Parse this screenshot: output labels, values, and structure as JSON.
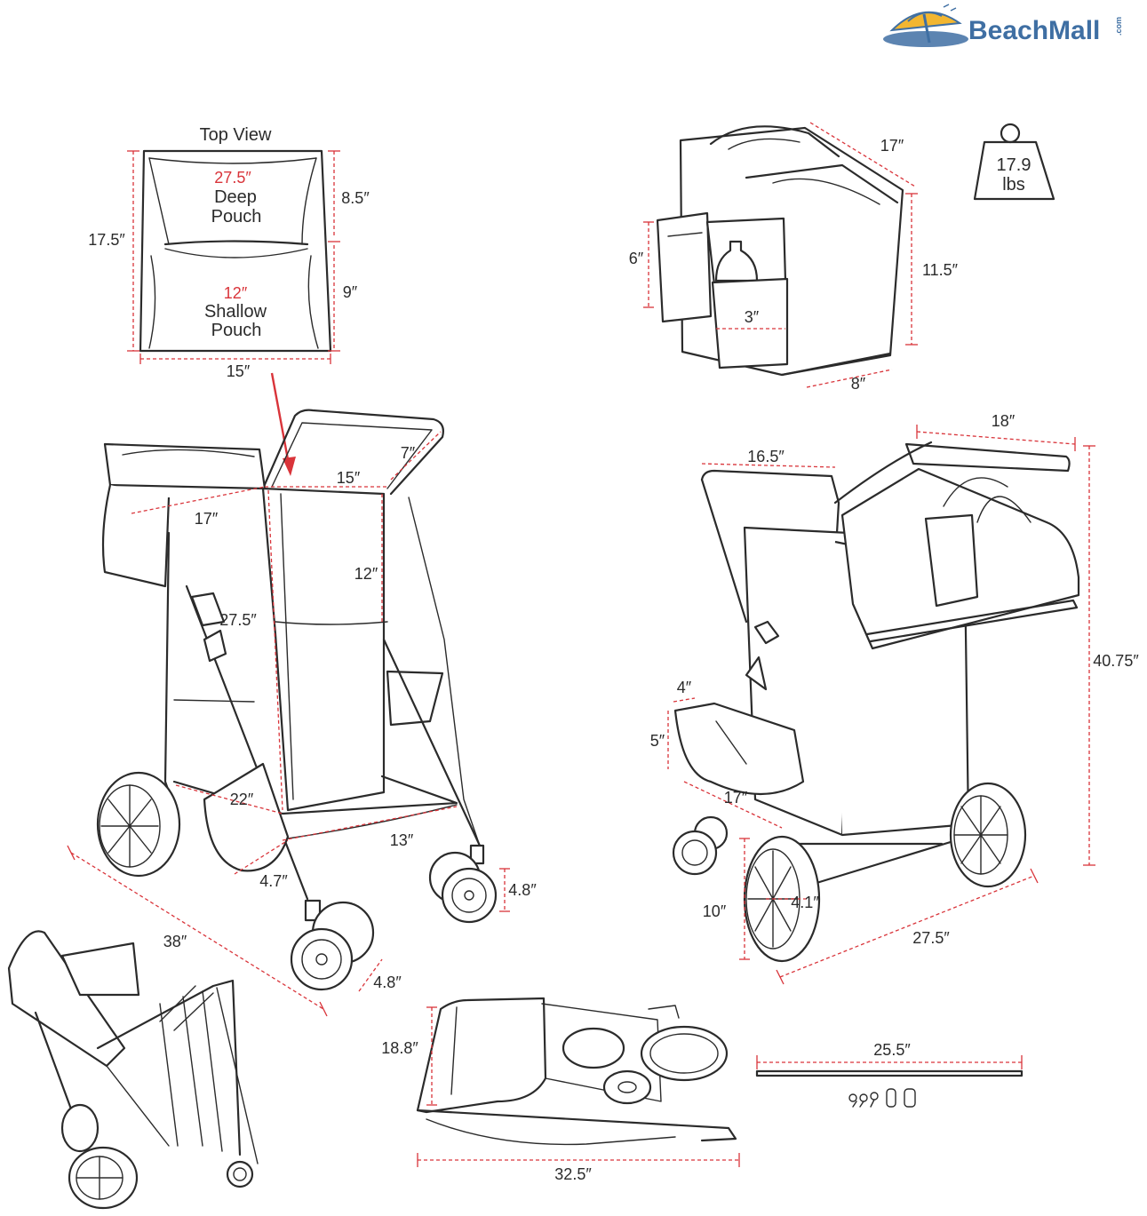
{
  "logo": {
    "brand_text": "BeachMall",
    "suffix_text": ".com"
  },
  "weight_badge": {
    "value": "17.9",
    "unit": "lbs"
  },
  "top_view": {
    "title": "Top View",
    "deep_width": "27.5″",
    "deep_line1": "Deep",
    "deep_line2": "Pouch",
    "shallow_width": "12″",
    "shallow_line1": "Shallow",
    "shallow_line2": "Pouch",
    "depth_total": "17.5″",
    "depth_deep": "8.5″",
    "depth_shallow": "9″",
    "width": "15″"
  },
  "cooler": {
    "width": "17″",
    "height": "11.5″",
    "depth": "8″",
    "pocket_height": "6″",
    "pocket_width": "3″"
  },
  "main_cart": {
    "top_depth": "7″",
    "top_width": "15″",
    "top_length": "17″",
    "pouch_split": "12″",
    "pouch_height": "27.5″",
    "bottom_width": "22″",
    "bottom_depth": "13″",
    "small_pouch": "4.7″",
    "front_wheel": "4.8″",
    "rear_wheel_width": "4.8″",
    "length": "38″"
  },
  "side_cart": {
    "handle_width": "18″",
    "seat_width": "16.5″",
    "height": "40.75″",
    "basket_depth": "4″",
    "basket_height": "5″",
    "basket_width": "17″",
    "wheel_diameter": "10″",
    "wheel_width": "4.1″",
    "wheelbase": "27.5″"
  },
  "folded": {
    "height": "18.8″",
    "length": "32.5″"
  },
  "accessory": {
    "pole_length": "25.5″"
  },
  "colors": {
    "dimension_red": "#d9343a",
    "line_art": "#2b2b2b",
    "brand_blue": "#3f6fa3",
    "brand_yellow": "#f2b631"
  }
}
